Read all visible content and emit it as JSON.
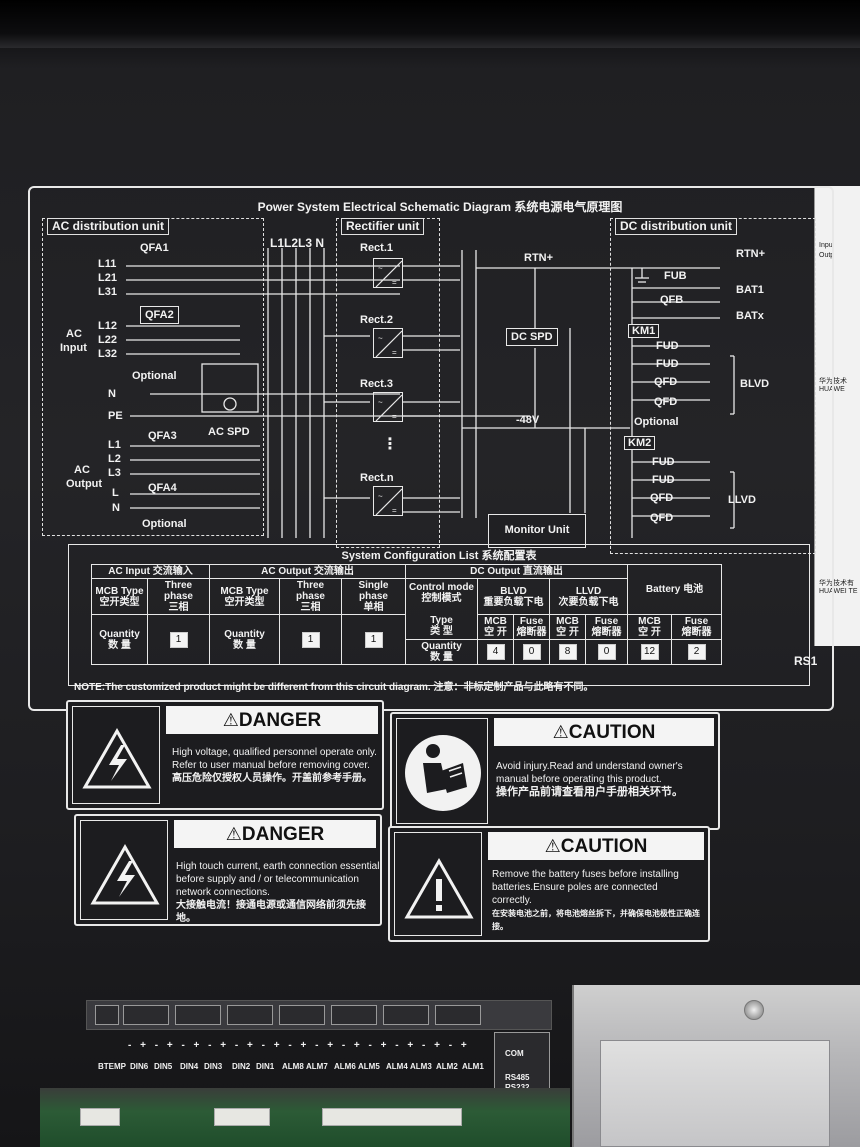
{
  "schematic": {
    "title": "Power System Electrical Schematic Diagram 系统电源电气原理图",
    "ac_unit": {
      "label": "AC distribution unit",
      "qfa1": "QFA1",
      "qfa2": "QFA2",
      "inputs": [
        "L11",
        "L21",
        "L31",
        "L12",
        "L22",
        "L32"
      ],
      "ac_input": "AC\nInput",
      "ac_input_l1": "AC",
      "ac_input_l2": "Input",
      "optional": "Optional",
      "n": "N",
      "pe": "PE",
      "ac_spd": "AC SPD",
      "qfa3": "QFA3",
      "qfa4": "QFA4",
      "outputs": [
        "L1",
        "L2",
        "L3",
        "L",
        "N"
      ],
      "ac_output_l1": "AC",
      "ac_output_l2": "Output",
      "optional2": "Optional"
    },
    "bus_label": "L1L2L3 N",
    "rectifier_unit": {
      "label": "Rectifier unit",
      "rects": [
        "Rect.1",
        "Rect.2",
        "Rect.3",
        "Rect.n"
      ],
      "dots": "⋮"
    },
    "dc_spd": "DC SPD",
    "rtn": "RTN+",
    "minus48": "-48V",
    "monitor": "Monitor Unit",
    "dc_unit": {
      "label": "DC distribution unit",
      "rtn": "RTN+",
      "fub": "FUB",
      "qfb": "QFB",
      "bat1": "BAT1",
      "batx": "BATx",
      "km1": "KM1",
      "fud1": "FUD",
      "fud2": "FUD",
      "qfd1": "QFD",
      "qfd2": "QFD",
      "blvd": "BLVD",
      "optional": "Optional",
      "km2": "KM2",
      "fud3": "FUD",
      "fud4": "FUD",
      "qfd3": "QFD",
      "qfd4": "QFD",
      "llvd": "LLVD"
    }
  },
  "config": {
    "title": "System Configuration List 系统配置表",
    "ac_input": "AC Input 交流输入",
    "ac_output": "AC Output 交流输出",
    "dc_output": "DC Output 直流输出",
    "mcb_type_l1": "MCB Type",
    "mcb_type_l2": "空开类型",
    "three_phase_l1": "Three phase",
    "three_phase_l2": "三相",
    "single_phase_l1": "Single phase",
    "single_phase_l2": "单相",
    "control_mode_l1": "Control mode",
    "control_mode_l2": "控制模式",
    "blvd_l1": "BLVD",
    "blvd_l2": "重要负载下电",
    "llvd_l1": "LLVD",
    "llvd_l2": "次要负载下电",
    "battery": "Battery 电池",
    "quantity_l1": "Quantity",
    "quantity_l2": "数 量",
    "type_l1": "Type",
    "type_l2": "类 型",
    "mcb_l1": "MCB",
    "mcb_l2": "空 开",
    "fuse_l1": "Fuse",
    "fuse_l2": "熔断器",
    "values": {
      "ac_input_three_phase": "1",
      "ac_output_three_phase": "1",
      "ac_output_single_phase": "1",
      "blvd_mcb": "4",
      "blvd_fuse": "0",
      "llvd_mcb": "8",
      "llvd_fuse": "0",
      "battery_mcb": "12",
      "battery_fuse": "2"
    }
  },
  "note": "NOTE:The customized product might be different from this circuit diagram. 注意：非标定制产品与此略有不同。",
  "rs1": "RS1",
  "warnings": [
    {
      "head": "DANGER",
      "lines": [
        "High voltage, qualified personnel operate only.",
        "Refer to user manual before removing cover."
      ],
      "cn": "高压危险仅授权人员操作。开盖前参考手册。"
    },
    {
      "head": "CAUTION",
      "lines": [
        "Avoid injury.Read and understand owner's",
        "manual before operating this product."
      ],
      "cn": "操作产品前请查看用户手册相关环节。"
    },
    {
      "head": "DANGER",
      "lines": [
        "High touch current, earth connection essential",
        "before supply and / or telecommunication",
        "network connections."
      ],
      "cn": "大接触电流！接通电源或通信网络前须先接地。"
    },
    {
      "head": "CAUTION",
      "lines": [
        "Remove the battery fuses before installing",
        "batteries.Ensure poles are connected",
        "correctly."
      ],
      "cn": "在安装电池之前，将电池熔丝拆下，并确保电池极性正确连接。"
    }
  ],
  "terminals": {
    "pm": "- + - + - + - + - + - + - + - + - + - + - + - + - +",
    "labels": [
      "BTEMP",
      "DIN6",
      "DIN5",
      "DIN4",
      "DIN3",
      "DIN2",
      "DIN1",
      "ALM8",
      "ALM7",
      "ALM6",
      "ALM5",
      "ALM4",
      "ALM3",
      "ALM2",
      "ALM1"
    ],
    "com": "COM",
    "rs485": "RS485",
    "rs232": "RS232"
  },
  "side_sticker": {
    "lines": [
      "Inpu",
      "Outp",
      "华为技术",
      "HUAWE",
      "华为技术有",
      "HUAWEI TE"
    ]
  },
  "icons": {
    "danger_symbol": "lightning-bolt-icon",
    "caution_manual": "read-manual-icon",
    "caution_symbol": "exclamation-icon"
  },
  "colors": {
    "label_bg": "#1c1c1f",
    "label_fg": "#f2f2f2",
    "header_bg": "#f4f4f4"
  }
}
